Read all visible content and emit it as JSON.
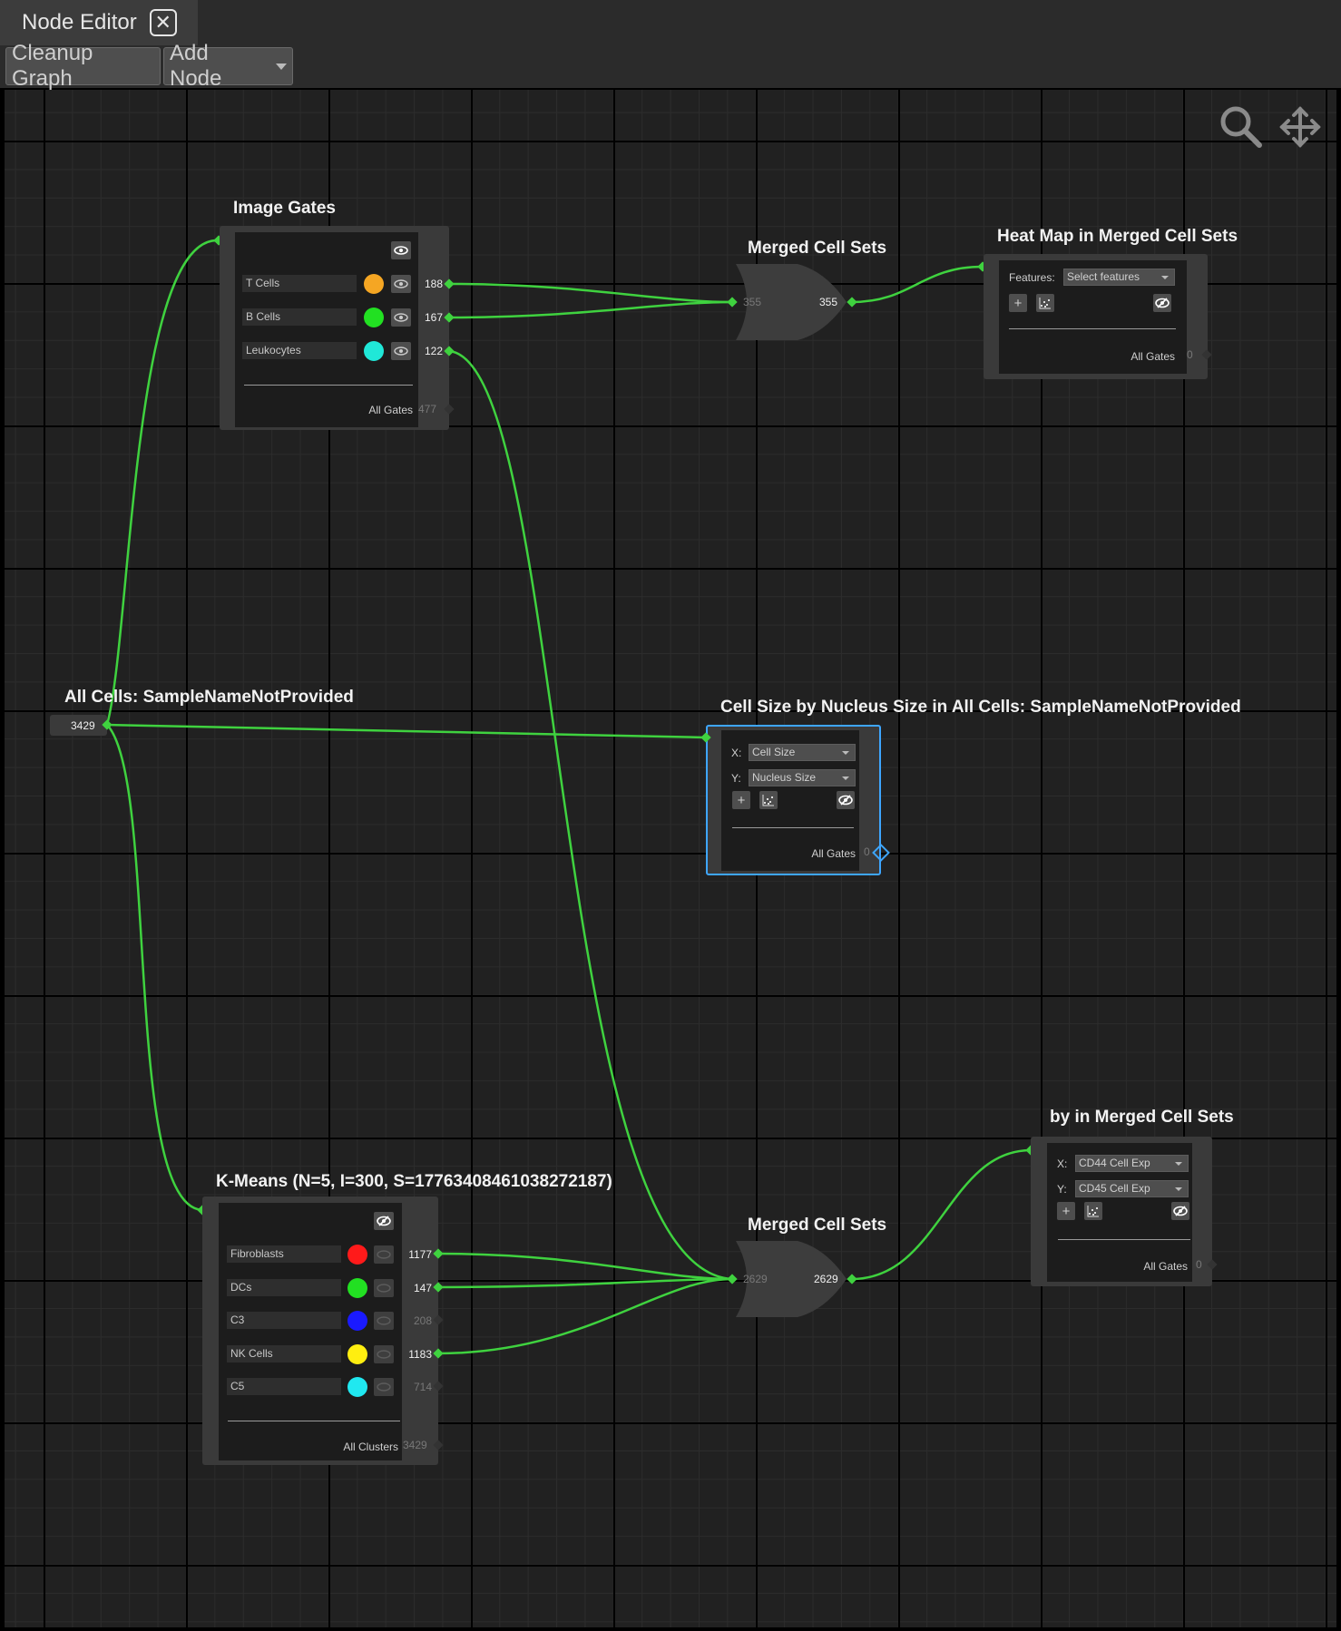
{
  "window": {
    "tab_title": "Node Editor",
    "close_label": "✕"
  },
  "toolbar": {
    "cleanup_label": "Cleanup Graph",
    "add_node_label": "Add Node"
  },
  "canvas_icons": [
    "search-icon",
    "move-icon"
  ],
  "colors": {
    "wire": "#3fd23f",
    "selected_border": "#3ea6ff",
    "canvas_bg": "#212121"
  },
  "nodes": {
    "image_gates": {
      "title": "Image Gates",
      "gates": [
        {
          "label": "T Cells",
          "count": "188",
          "color": "#f5a623"
        },
        {
          "label": "B Cells",
          "count": "167",
          "color": "#22e022"
        },
        {
          "label": "Leukocytes",
          "count": "122",
          "color": "#20e8d8"
        }
      ],
      "footer": "All Gates",
      "footer_count": "477"
    },
    "merged_top": {
      "title": "Merged Cell Sets",
      "in_count": "355",
      "out_count": "355"
    },
    "heatmap": {
      "title": "Heat Map in Merged Cell Sets",
      "features_label": "Features:",
      "features_value": "Select features",
      "plus": "+",
      "footer": "All Gates",
      "footer_count": "0"
    },
    "all_cells": {
      "title": "All Cells: SampleNameNotProvided",
      "count": "3429"
    },
    "scatter_mid": {
      "title": "Cell Size by Nucleus Size in All Cells: SampleNameNotProvided",
      "x_label": "X:",
      "x_value": "Cell Size",
      "y_label": "Y:",
      "y_value": "Nucleus Size",
      "plus": "+",
      "footer": "All Gates",
      "footer_count": "0"
    },
    "kmeans": {
      "title": "K-Means (N=5, I=300, S=17763408461038272187)",
      "clusters": [
        {
          "label": "Fibroblasts",
          "count": "1177",
          "color": "#ff1a1a",
          "connected": true
        },
        {
          "label": "DCs",
          "count": "147",
          "color": "#22e022",
          "connected": true
        },
        {
          "label": "C3",
          "count": "208",
          "color": "#1a1aff",
          "connected": false
        },
        {
          "label": "NK Cells",
          "count": "1183",
          "color": "#ffee10",
          "connected": true
        },
        {
          "label": "C5",
          "count": "714",
          "color": "#20e8f0",
          "connected": false
        }
      ],
      "footer": "All Clusters",
      "footer_count": "3429"
    },
    "merged_bottom": {
      "title": "Merged Cell Sets",
      "in_count": "2629",
      "out_count": "2629"
    },
    "scatter_bottom": {
      "title": "by  in Merged Cell Sets",
      "x_label": "X:",
      "x_value": "CD44 Cell Exp",
      "y_label": "Y:",
      "y_value": "CD45 Cell Exp",
      "plus": "+",
      "footer": "All Gates",
      "footer_count": "0"
    }
  }
}
